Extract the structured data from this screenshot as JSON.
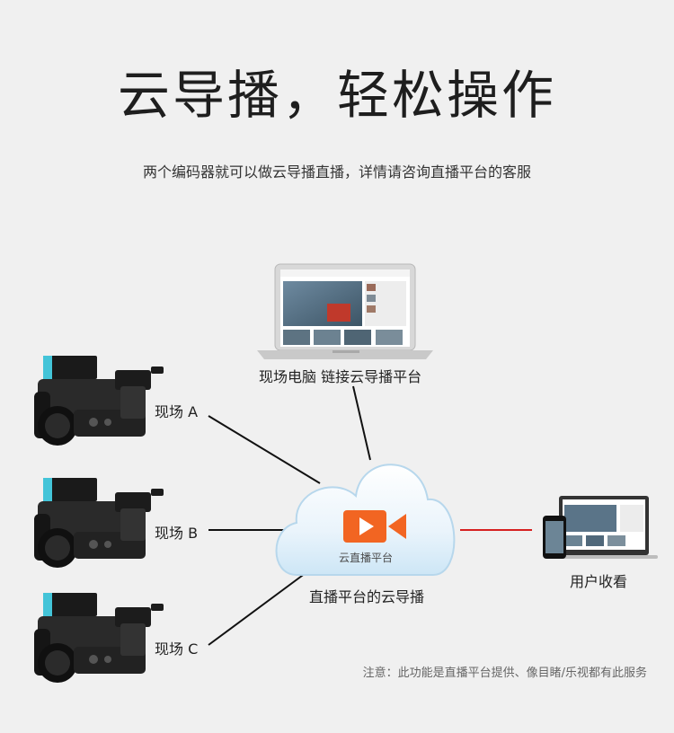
{
  "title": "云导播，轻松操作",
  "subtitle": "两个编码器就可以做云导播直播，详情请咨询直播平台的客服",
  "laptop_label": "现场电脑 链接云导播平台",
  "cloud": {
    "inner_label": "云直播平台",
    "caption": "直播平台的云导播"
  },
  "sites": [
    {
      "label": "现场 A"
    },
    {
      "label": "现场 B"
    },
    {
      "label": "现场 C"
    }
  ],
  "devices_label": "用户收看",
  "note": "注意：此功能是直播平台提供、像目睹/乐视都有此服务",
  "colors": {
    "background": "#f0f0f0",
    "link_line": "#111111",
    "viewer_line": "#d62020",
    "play_icon": "#f26522",
    "camera_top": "#43c4d8"
  },
  "icons": {
    "camera": "camcorder-icon",
    "laptop": "laptop-icon",
    "cloud": "cloud-icon",
    "video": "video-play-icon",
    "viewer": "devices-icon"
  }
}
